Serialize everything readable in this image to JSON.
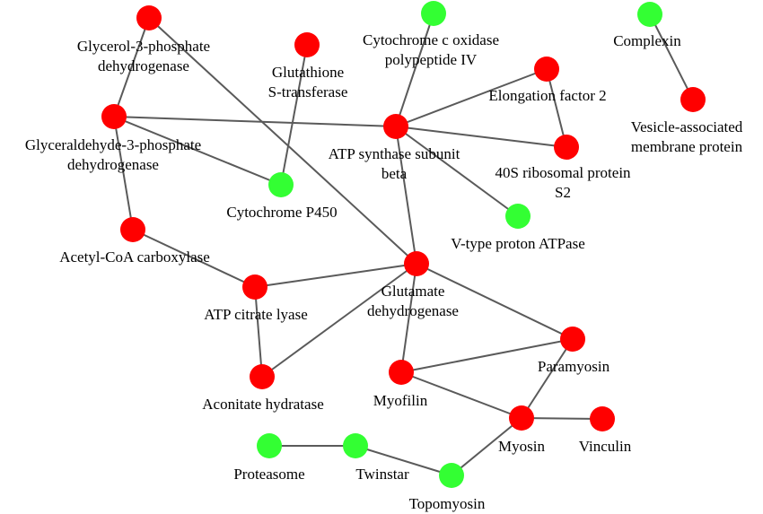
{
  "colors": {
    "upregulated": "#ff0000",
    "downregulated": "#33ff33",
    "edge": "#5a5a5a"
  },
  "nodes": [
    {
      "id": "glycerol3p",
      "label": [
        "Glycerol-3-phosphate",
        "dehydrogenase"
      ],
      "color": "red"
    },
    {
      "id": "gst",
      "label": [
        "Glutathione",
        "S-transferase"
      ],
      "color": "red"
    },
    {
      "id": "cox4",
      "label": [
        "Cytochrome c oxidase",
        "polypeptide IV"
      ],
      "color": "green"
    },
    {
      "id": "complexin",
      "label": [
        "Complexin"
      ],
      "color": "green"
    },
    {
      "id": "ef2",
      "label": [
        "Elongation factor 2"
      ],
      "color": "red"
    },
    {
      "id": "vamp",
      "label": [
        "Vesicle-associated",
        "membrane protein"
      ],
      "color": "red"
    },
    {
      "id": "gapdh",
      "label": [
        "Glyceraldehyde-3-phosphate",
        "dehydrogenase"
      ],
      "color": "red"
    },
    {
      "id": "atpsyn",
      "label": [
        "ATP synthase subunit",
        "beta"
      ],
      "color": "red"
    },
    {
      "id": "rps2",
      "label": [
        "40S ribosomal protein",
        "S2"
      ],
      "color": "red"
    },
    {
      "id": "cyp450",
      "label": [
        "Cytochrome P450"
      ],
      "color": "green"
    },
    {
      "id": "accase",
      "label": [
        "Acetyl-CoA carboxylase"
      ],
      "color": "red"
    },
    {
      "id": "vatpase",
      "label": [
        "V-type proton ATPase"
      ],
      "color": "green"
    },
    {
      "id": "gdh",
      "label": [
        "Glutamate",
        "dehydrogenase"
      ],
      "color": "red"
    },
    {
      "id": "acly",
      "label": [
        "ATP citrate lyase"
      ],
      "color": "red"
    },
    {
      "id": "paramyosin",
      "label": [
        "Paramyosin"
      ],
      "color": "red"
    },
    {
      "id": "aconitase",
      "label": [
        "Aconitate hydratase"
      ],
      "color": "red"
    },
    {
      "id": "myofilin",
      "label": [
        "Myofilin"
      ],
      "color": "red"
    },
    {
      "id": "myosin",
      "label": [
        "Myosin"
      ],
      "color": "red"
    },
    {
      "id": "vinculin",
      "label": [
        "Vinculin"
      ],
      "color": "red"
    },
    {
      "id": "proteasome",
      "label": [
        "Proteasome"
      ],
      "color": "green"
    },
    {
      "id": "twinstar",
      "label": [
        "Twinstar"
      ],
      "color": "green"
    },
    {
      "id": "topomyosin",
      "label": [
        "Topomyosin"
      ],
      "color": "green"
    }
  ],
  "edges": [
    [
      "glycerol3p",
      "gapdh"
    ],
    [
      "glycerol3p",
      "gdh"
    ],
    [
      "gst",
      "cyp450"
    ],
    [
      "gapdh",
      "atpsyn"
    ],
    [
      "gapdh",
      "cyp450"
    ],
    [
      "gapdh",
      "accase"
    ],
    [
      "cox4",
      "atpsyn"
    ],
    [
      "ef2",
      "atpsyn"
    ],
    [
      "ef2",
      "rps2"
    ],
    [
      "atpsyn",
      "rps2"
    ],
    [
      "atpsyn",
      "vatpase"
    ],
    [
      "atpsyn",
      "gdh"
    ],
    [
      "complexin",
      "vamp"
    ],
    [
      "accase",
      "acly"
    ],
    [
      "acly",
      "gdh"
    ],
    [
      "acly",
      "aconitase"
    ],
    [
      "gdh",
      "aconitase"
    ],
    [
      "gdh",
      "myofilin"
    ],
    [
      "gdh",
      "paramyosin"
    ],
    [
      "myofilin",
      "paramyosin"
    ],
    [
      "myofilin",
      "myosin"
    ],
    [
      "paramyosin",
      "myosin"
    ],
    [
      "myosin",
      "vinculin"
    ],
    [
      "myosin",
      "topomyosin"
    ],
    [
      "topomyosin",
      "twinstar"
    ],
    [
      "twinstar",
      "proteasome"
    ]
  ]
}
